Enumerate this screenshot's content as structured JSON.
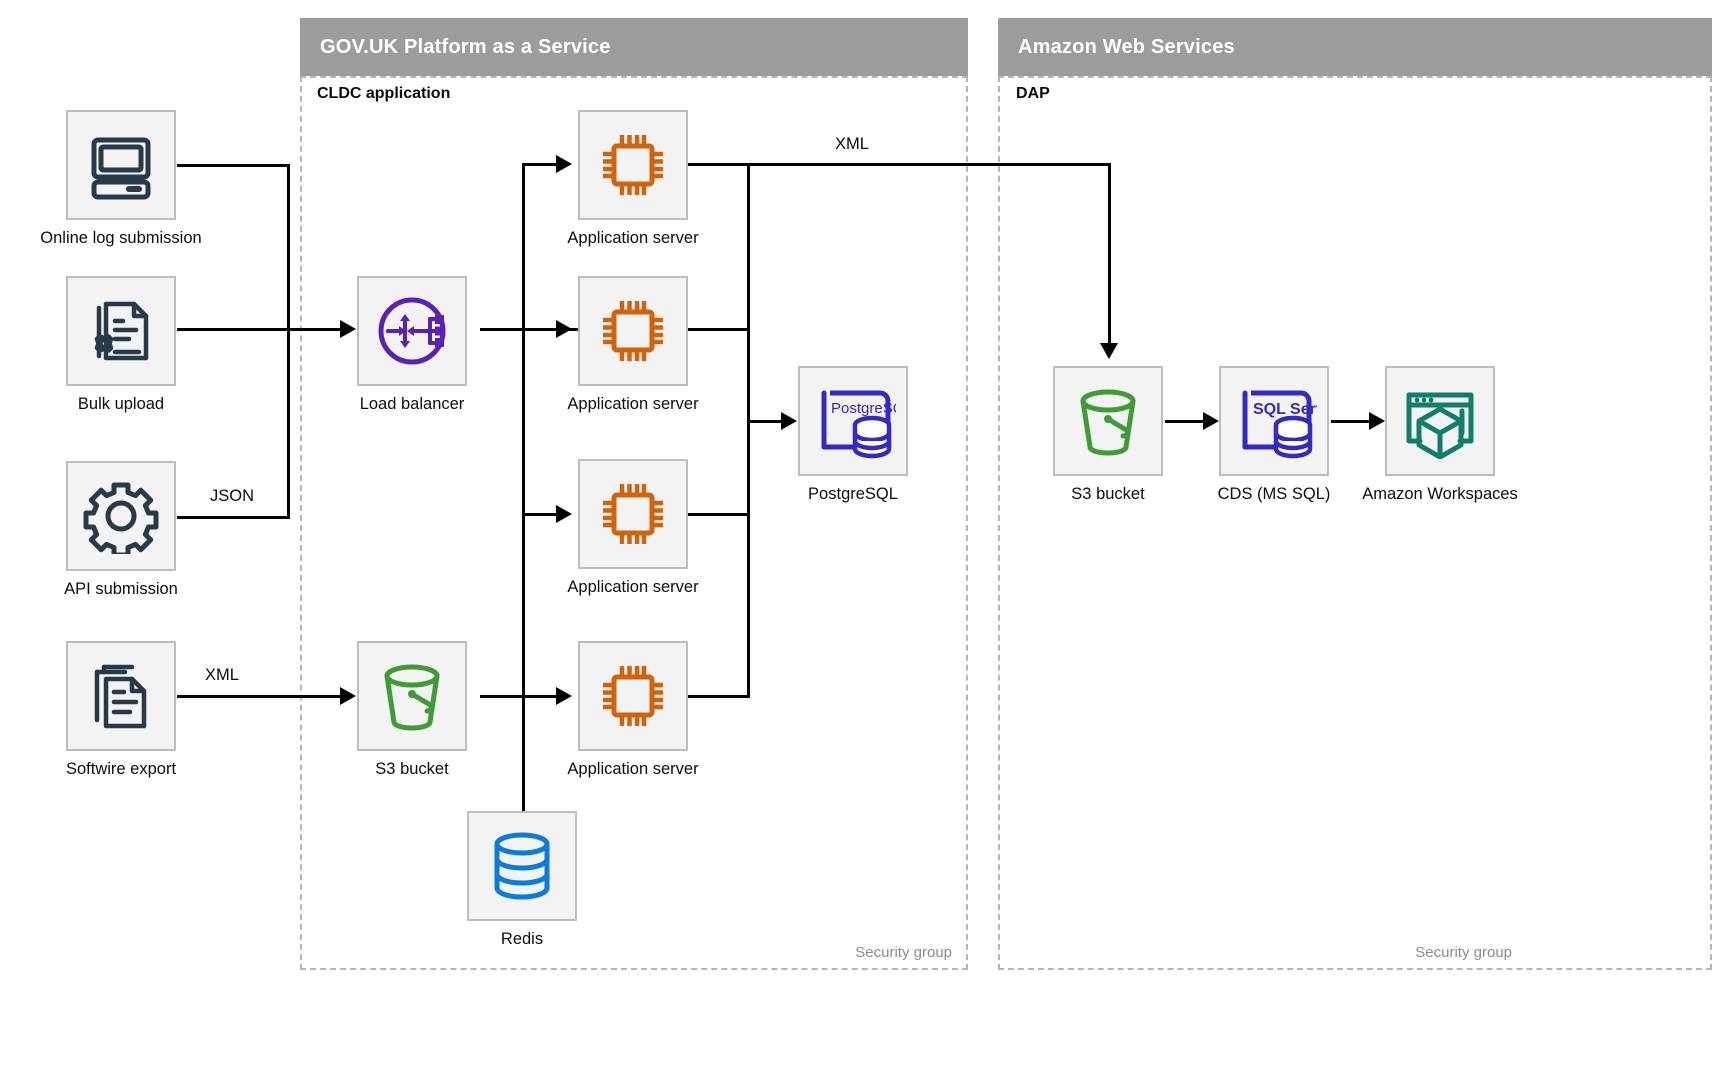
{
  "groups": [
    {
      "id": "paas",
      "title": "GOV.UK Platform as a Service",
      "sublabel": "CLDC application",
      "security_label": "Security group"
    },
    {
      "id": "aws",
      "title": "Amazon Web Services",
      "sublabel": "DAP",
      "security_label": "Security group"
    }
  ],
  "nodes": {
    "online_log_submission": {
      "label": "Online log submission",
      "icon": "desktop-computer-icon"
    },
    "bulk_upload": {
      "label": "Bulk upload",
      "icon": "document-gear-icon"
    },
    "api_submission": {
      "label": "API submission",
      "icon": "gear-icon"
    },
    "softwire_export": {
      "label": "Softwire export",
      "icon": "stacked-documents-icon"
    },
    "load_balancer": {
      "label": "Load balancer",
      "icon": "load-balancer-icon"
    },
    "app_server_1": {
      "label": "Application server",
      "icon": "cpu-chip-icon"
    },
    "app_server_2": {
      "label": "Application server",
      "icon": "cpu-chip-icon"
    },
    "app_server_3": {
      "label": "Application server",
      "icon": "cpu-chip-icon"
    },
    "app_server_4": {
      "label": "Application server",
      "icon": "cpu-chip-icon"
    },
    "postgresql": {
      "label": "PostgreSQL",
      "icon": "postgresql-icon",
      "badge": "PostgreSQL"
    },
    "s3_bucket_paas": {
      "label": "S3 bucket",
      "icon": "bucket-icon"
    },
    "redis": {
      "label": "Redis",
      "icon": "database-cylinder-icon"
    },
    "s3_bucket_aws": {
      "label": "S3 bucket",
      "icon": "bucket-icon"
    },
    "cds_ms_sql": {
      "label": "CDS (MS SQL)",
      "icon": "sql-server-icon",
      "badge": "SQL Server"
    },
    "amazon_workspaces": {
      "label": "Amazon Workspaces",
      "icon": "workspaces-cube-icon"
    }
  },
  "edge_labels": {
    "json": "JSON",
    "xml_softwire": "XML",
    "xml_to_s3": "XML"
  },
  "colors": {
    "header_grey": "#9c9c9c",
    "box_fill": "#f3f3f3",
    "box_border": "#bdbdbd",
    "dashed_border": "#b5b5b5",
    "navy": "#28394a",
    "orange": "#d2630b",
    "purple": "#5b21b6",
    "green": "#3f9c35",
    "blue": "#0b7cdd",
    "indigo": "#3329c4",
    "teal": "#0f7f6c",
    "text": "#0b0c0c",
    "muted": "#8d8d8d"
  }
}
